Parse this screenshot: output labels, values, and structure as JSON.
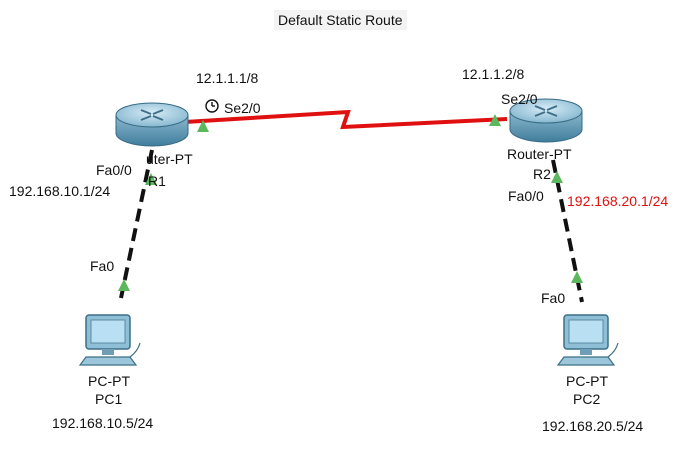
{
  "title": "Default Static Route",
  "devices": {
    "r1": {
      "model": "Router-PT",
      "model_visible": "uter-PT",
      "name": "R1",
      "name_visible": "R1"
    },
    "r2": {
      "model": "Router-PT",
      "name": "R2",
      "name_visible": "R2"
    },
    "pc1": {
      "model": "PC-PT",
      "name": "PC1",
      "ip": "192.168.10.5/24"
    },
    "pc2": {
      "model": "PC-PT",
      "name": "PC2",
      "ip": "192.168.20.5/24"
    }
  },
  "interfaces": {
    "r1_serial": {
      "name": "Se2/0",
      "ip": "12.1.1.1/8"
    },
    "r2_serial": {
      "name": "Se2/0",
      "ip": "12.1.1.2/8"
    },
    "r1_fa": {
      "name": "Fa0/0",
      "ip": "192.168.10.1/24"
    },
    "r2_fa": {
      "name": "Fa0/0",
      "ip": "192.168.20.1/24"
    },
    "pc1_fa": {
      "name": "Fa0"
    },
    "pc2_fa": {
      "name": "Fa0"
    }
  },
  "links": [
    {
      "from": "r1",
      "to": "r2",
      "type": "serial-dce",
      "color": "#e01010"
    },
    {
      "from": "r1",
      "to": "pc1",
      "type": "copper-straight",
      "color": "#111111"
    },
    {
      "from": "r2",
      "to": "pc2",
      "type": "copper-straight",
      "color": "#111111"
    }
  ],
  "colors": {
    "link_up": "#5cb85c",
    "serial": "#e01010",
    "highlight_text": "#e01010"
  },
  "icons": {
    "router": "router-icon",
    "pc": "pc-icon",
    "clock": "clock-icon"
  }
}
